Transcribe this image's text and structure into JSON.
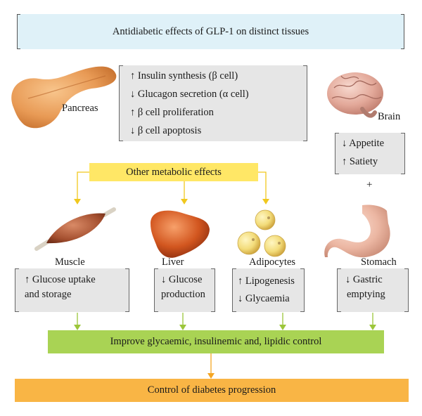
{
  "title": "Antidiabetic effects of GLP-1 on distinct tissues",
  "pancreas": {
    "label": "Pancreas",
    "effects": [
      "↑ Insulin synthesis (β cell)",
      "↓ Glucagon secretion (α cell)",
      "↑ β cell proliferation",
      "↓ β cell apoptosis"
    ]
  },
  "brain": {
    "label": "Brain",
    "effects": [
      "↓ Appetite",
      "↑ Satiety"
    ]
  },
  "plus": "+",
  "other_effects": "Other metabolic effects",
  "muscle": {
    "label": "Muscle",
    "effects": [
      "↑ Glucose uptake",
      "and storage"
    ]
  },
  "liver": {
    "label": "Liver",
    "effects": [
      "↓ Glucose",
      "production"
    ]
  },
  "adipocytes": {
    "label": "Adipocytes",
    "effects": [
      "↑ Lipogenesis",
      "↓ Glycaemia"
    ]
  },
  "stomach": {
    "label": "Stomach",
    "effects": [
      "↓ Gastric",
      "emptying"
    ]
  },
  "improve": "Improve glycaemic, insulinemic and, lipidic control",
  "control": "Control of diabetes progression",
  "colors": {
    "title_bg": "#dff1f8",
    "effect_bg": "#e6e6e6",
    "other_bg": "#ffe766",
    "improve_bg": "#a9d354",
    "control_bg": "#f9b545"
  }
}
